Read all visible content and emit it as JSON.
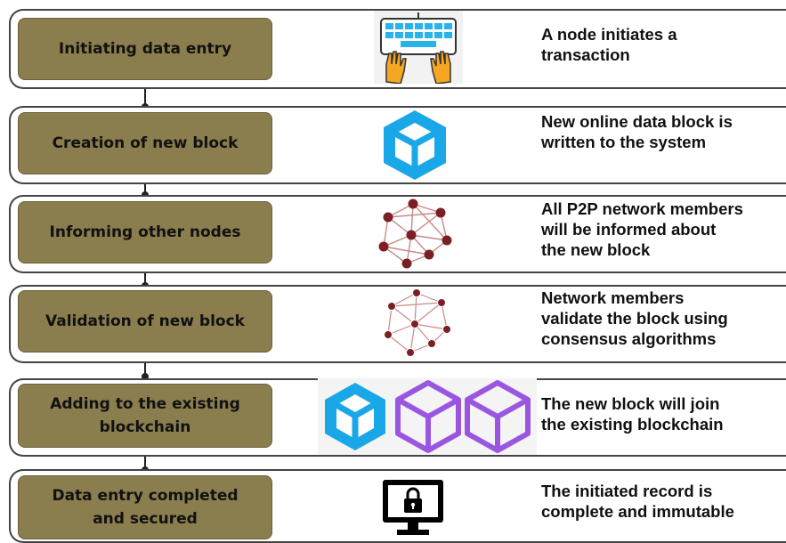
{
  "steps": [
    {
      "label": "Initiating data entry",
      "icon": "keyboard-icon",
      "description": "A node initiates a\ntransaction"
    },
    {
      "label": "Creation of new block",
      "icon": "cube-icon",
      "description": "New online data block is\nwritten to the system"
    },
    {
      "label": "Informing other nodes",
      "icon": "network-icon",
      "description": "All P2P network members\nwill be informed about\nthe new block"
    },
    {
      "label": "Validation of new block",
      "icon": "network-validate-icon",
      "description": "Network members\nvalidate the  block using\nconsensus algorithms"
    },
    {
      "label": "Adding to the existing\nblockchain",
      "icon": "blockchain-cubes-icon",
      "description": "The new block will join\nthe existing blockchain"
    },
    {
      "label": "Data entry completed\nand secured",
      "icon": "secured-monitor-icon",
      "description": "The initiated record is\ncomplete and immutable"
    }
  ],
  "colors": {
    "pill": "#8a7d4e",
    "cyan": "#1aa7e8",
    "purple": "#9a56e0",
    "node": "#7a1f24",
    "border": "#444444"
  }
}
